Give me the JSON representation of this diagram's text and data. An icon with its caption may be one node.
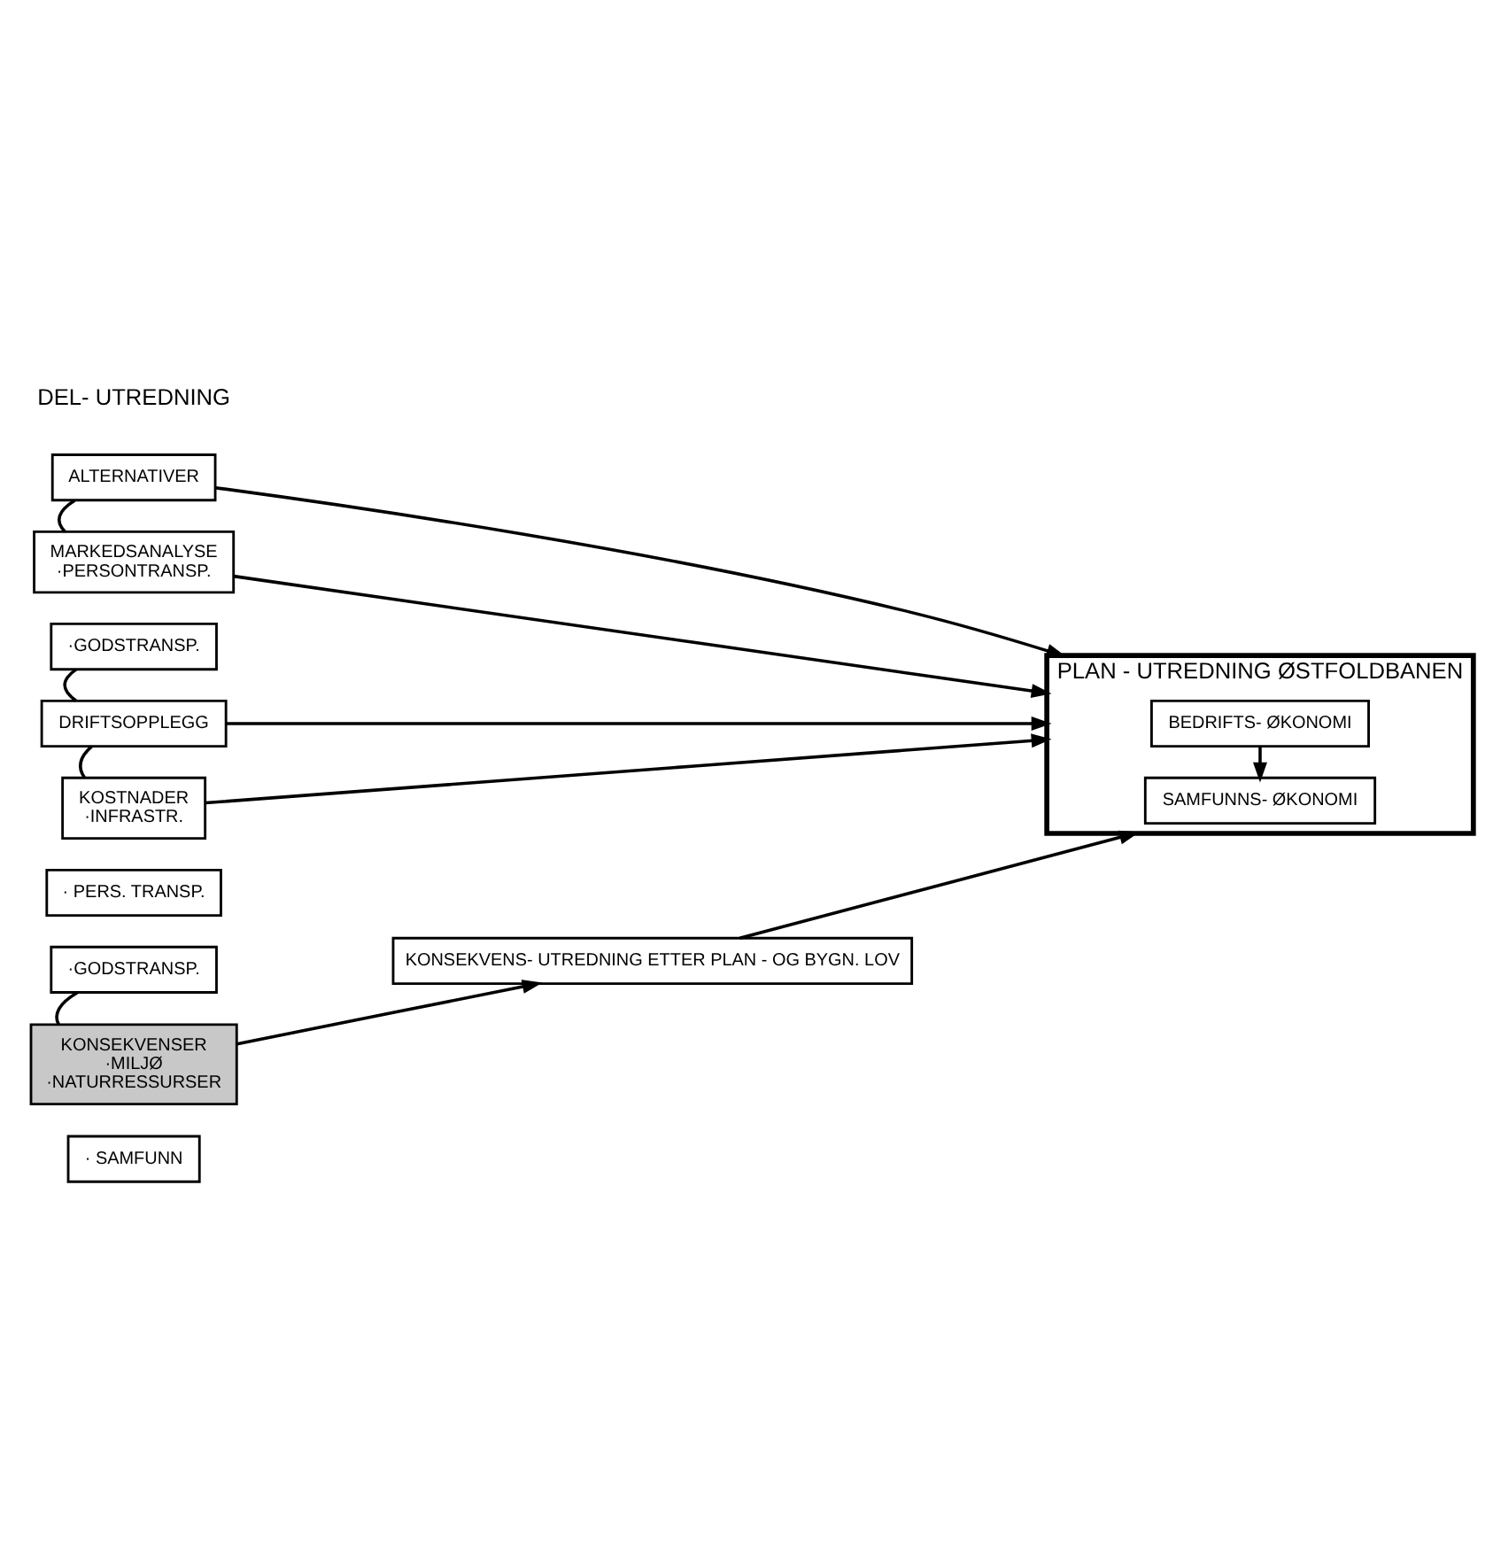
{
  "diagram": {
    "nodes": [
      {
        "text": [
          "ALTERNATIVER"
        ]
      },
      {
        "text": [
          "MARKEDSANALYSE",
          "·PERSONTRANSP."
        ]
      },
      {
        "text": [
          "·GODSTRANSP."
        ]
      },
      {
        "text": [
          "DRIFTSOPPLEGG"
        ]
      },
      {
        "text": [
          "KOSTNADER",
          "·INFRASTR."
        ]
      },
      {
        "text": [
          "· PERS. TRANSP."
        ]
      },
      {
        "text": [
          "·GODSTRANSP."
        ]
      },
      {
        "text": [
          "KONSEKVENSER",
          "·MILJØ",
          "·NATURRESSURSER"
        ]
      },
      {
        "text": [
          "· SAMFUNN"
        ]
      },
      {
        "text": [
          "PLAN - UTREDNING ØSTFOLDBANEN"
        ]
      },
      {
        "text": [
          "BEDRIFTS- ØKONOMI"
        ],
        "in": 9
      },
      {
        "text": [
          "SAMFUNNS- ØKONOMI"
        ],
        "in": 9
      },
      {
        "text": [
          "KONSEKVENS- UTREDNING ETTER PLAN - OG BYGN. LOV"
        ]
      }
    ],
    "edges": [
      {
        "from": 0,
        "to": 1,
        "arrow": "none"
      },
      {
        "from": 2,
        "to": 3,
        "arrow": "none"
      },
      {
        "from": 3,
        "to": 4,
        "arrow": "none"
      },
      {
        "from": 6,
        "to": 7,
        "arrow": "none"
      },
      {
        "from": 0,
        "to": 9,
        "arrow": "to"
      },
      {
        "from": 1,
        "to": 9,
        "arrow": "to"
      },
      {
        "from": 3,
        "to": 9,
        "arrow": "to"
      },
      {
        "from": 4,
        "to": 9,
        "arrow": "to"
      },
      {
        "from": 10,
        "to": 11,
        "arrow": "to"
      },
      {
        "from": 7,
        "to": 12,
        "arrow": "to"
      },
      {
        "from": 12,
        "to": 9,
        "arrow": "to"
      }
    ],
    "labels": [
      "DEL- UTREDNING"
    ]
  }
}
